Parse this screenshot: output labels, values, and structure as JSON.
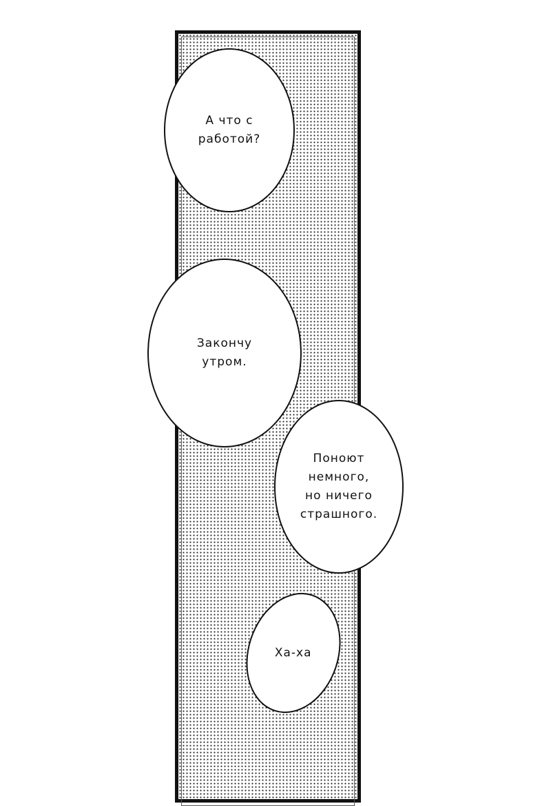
{
  "bubbles": [
    {
      "text": "А что с\nработой?"
    },
    {
      "text": "Закончу\nутром."
    },
    {
      "text": "Поноют\nнемного,\nно ничего\nстрашного."
    },
    {
      "text": "Ха-ха"
    }
  ],
  "colors": {
    "ink": "#111111",
    "paper": "#ffffff",
    "screentone": "#2a2a2a"
  }
}
